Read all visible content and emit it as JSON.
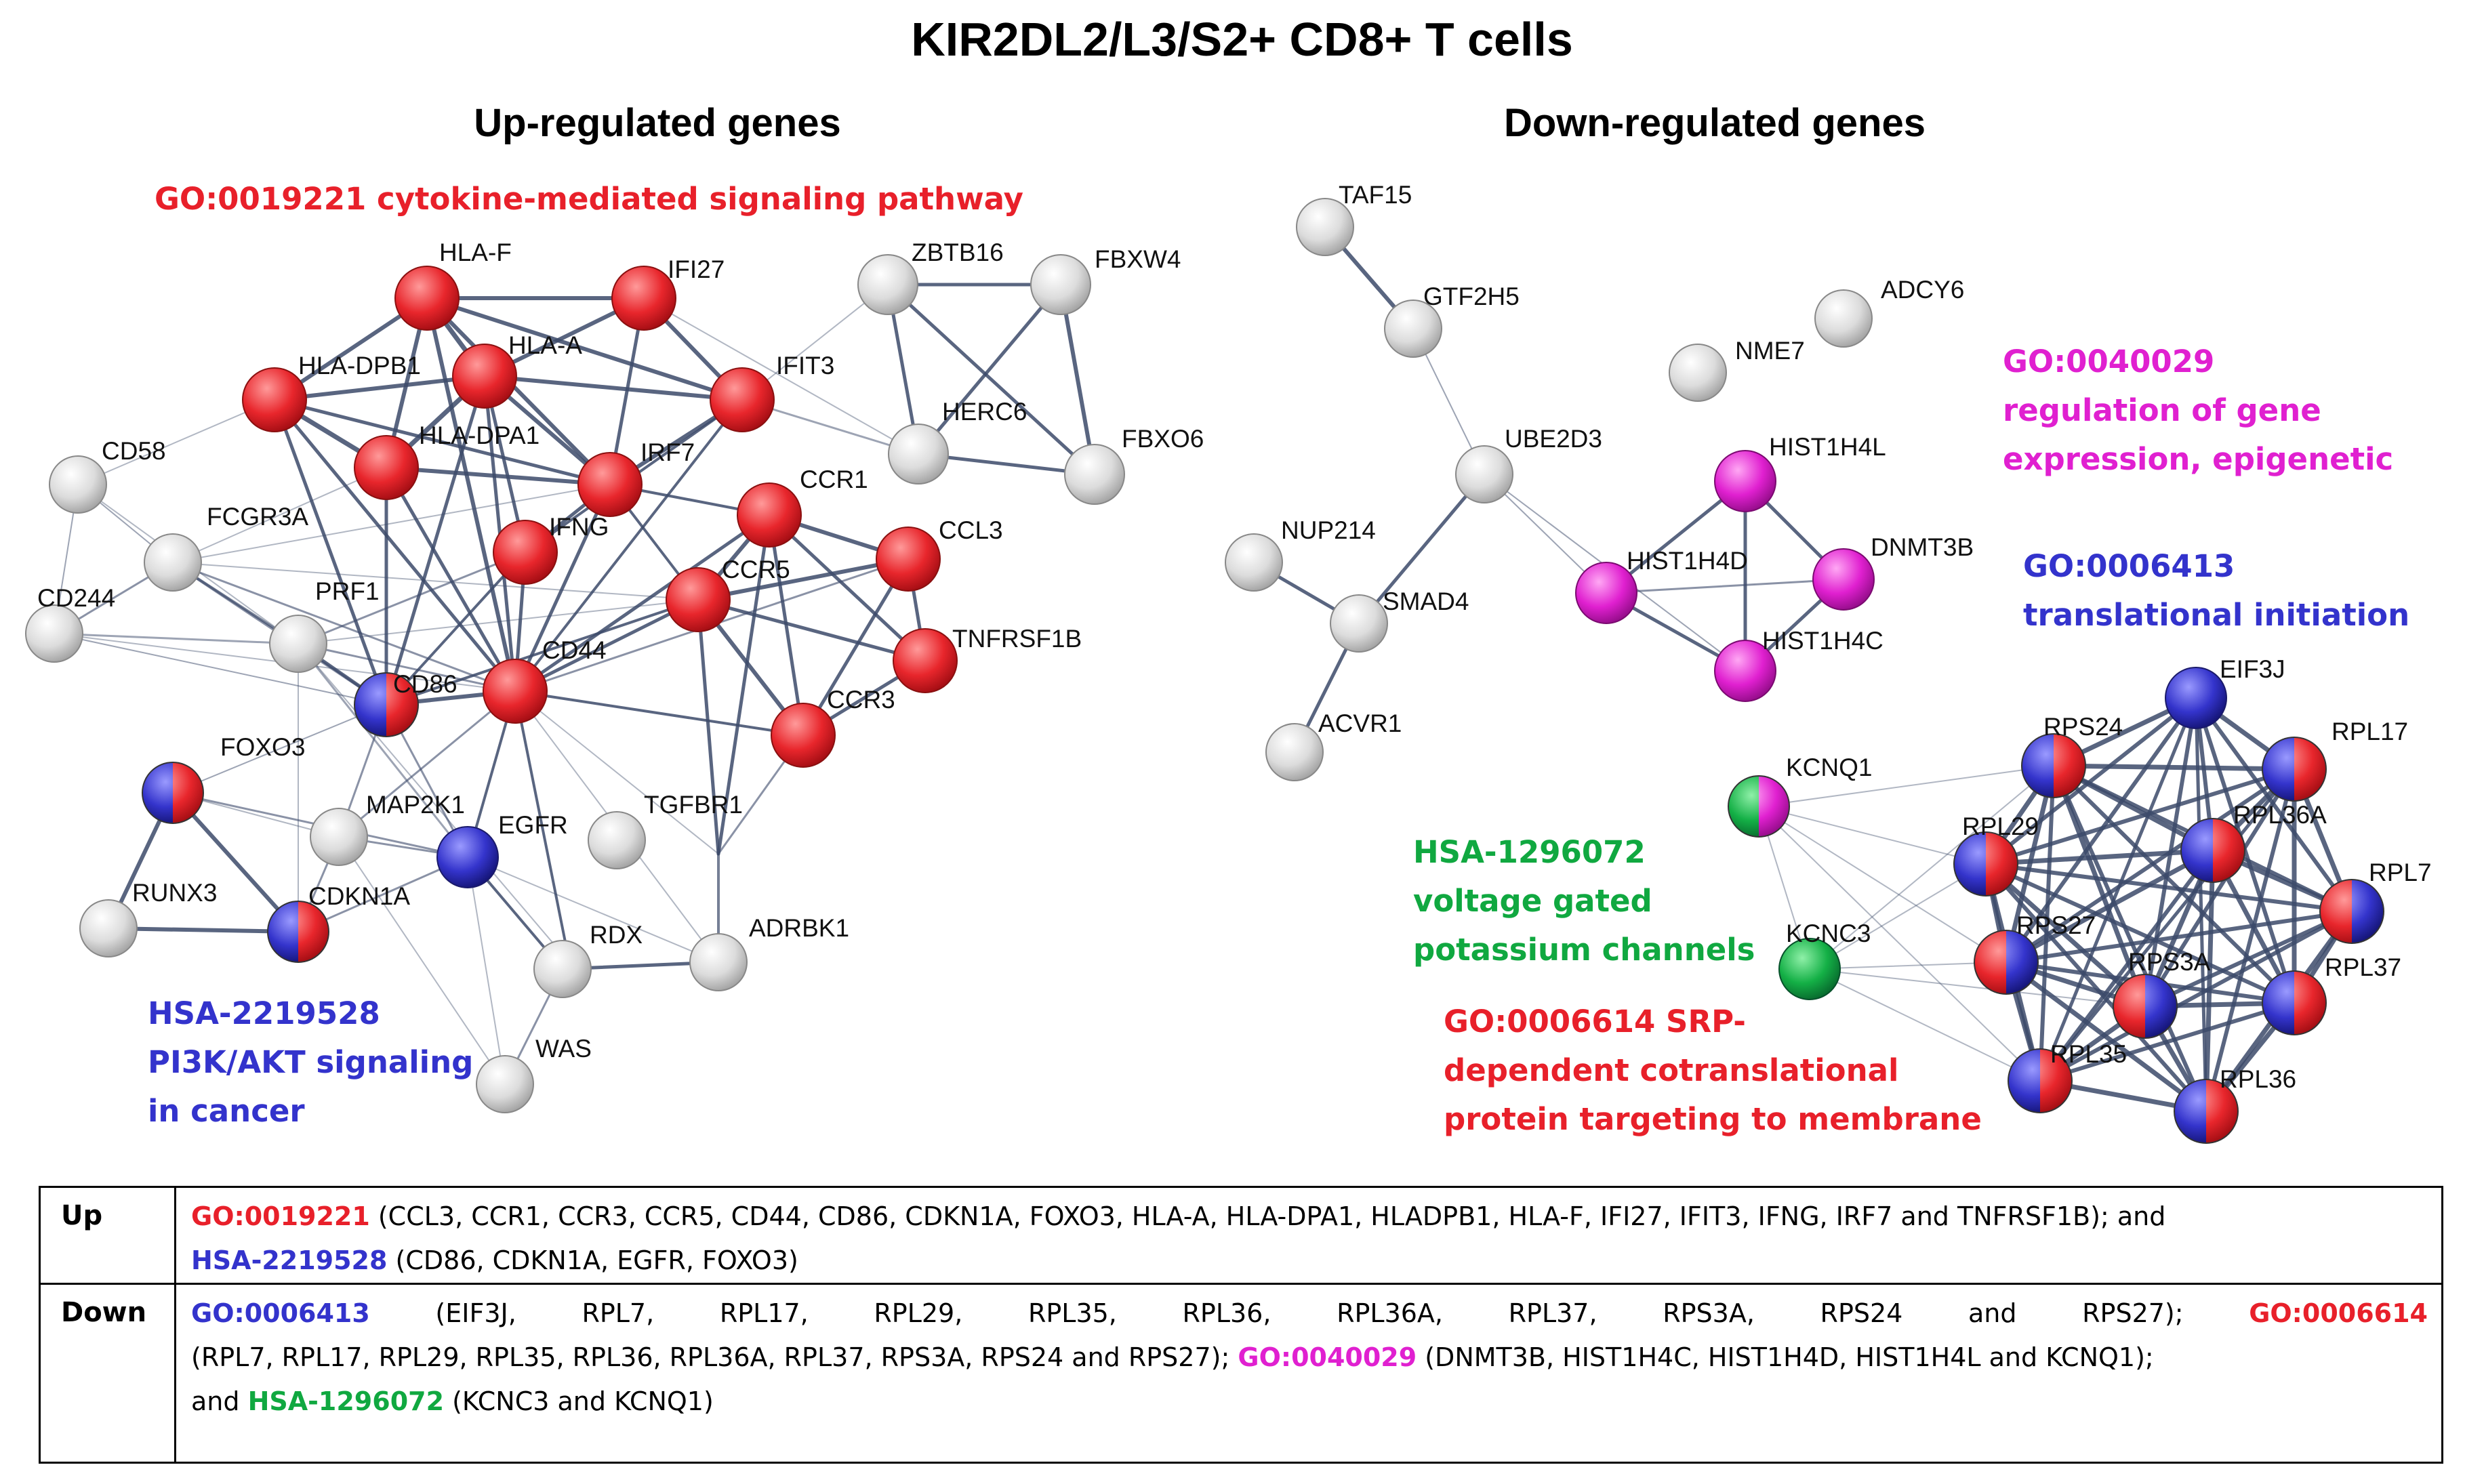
{
  "title": "KIR2DL2/L3/S2+ CD8+ T cells",
  "panels": {
    "up_title": "Up-regulated genes",
    "down_title": "Down-regulated genes"
  },
  "colors": {
    "red": "#e8202a",
    "blue": "#3333cc",
    "magenta": "#e020d0",
    "green": "#10a840",
    "grey": "#d8d8d8",
    "edge": "#3c4a6a"
  },
  "annotations": {
    "go19221": "GO:0019221  cytokine-mediated signaling pathway",
    "hsa2219528": [
      "HSA-2219528",
      "PI3K/AKT signaling",
      "in cancer"
    ],
    "go40029": [
      "GO:0040029",
      "regulation of gene",
      "expression, epigenetic"
    ],
    "go6413": [
      "GO:0006413",
      "translational initiation"
    ],
    "hsa1296072": [
      "HSA-1296072",
      "voltage gated",
      "potassium channels"
    ],
    "go6614": [
      "GO:0006614  SRP-",
      "dependent cotranslational",
      "protein targeting to membrane"
    ]
  },
  "nodes": {
    "hla_f": "HLA-F",
    "ifi27": "IFI27",
    "zbtb16": "ZBTB16",
    "fbxw4": "FBXW4",
    "hla_dpb1": "HLA-DPB1",
    "hla_a": "HLA-A",
    "ifit3": "IFIT3",
    "herc6": "HERC6",
    "fbxo6": "FBXO6",
    "cd58": "CD58",
    "hla_dpa1": "HLA-DPA1",
    "irf7": "IRF7",
    "ccr1": "CCR1",
    "fcgr3a": "FCGR3A",
    "ifng": "IFNG",
    "ccl3": "CCL3",
    "cd244": "CD244",
    "prf1": "PRF1",
    "ccr5": "CCR5",
    "tnfrsf1b": "TNFRSF1B",
    "cd86": "CD86",
    "cd44": "CD44",
    "ccr3": "CCR3",
    "foxo3": "FOXO3",
    "map2k1": "MAP2K1",
    "tgfbr1": "TGFBR1",
    "egfr": "EGFR",
    "runx3": "RUNX3",
    "cdkn1a": "CDKN1A",
    "rdx": "RDX",
    "adrbk1": "ADRBK1",
    "was": "WAS",
    "taf15": "TAF15",
    "gtf2h5": "GTF2H5",
    "adcy6": "ADCY6",
    "nme7": "NME7",
    "ube2d3": "UBE2D3",
    "hist1h4l": "HIST1H4L",
    "nup214": "NUP214",
    "hist1h4d": "HIST1H4D",
    "dnmt3b": "DNMT3B",
    "smad4": "SMAD4",
    "hist1h4c": "HIST1H4C",
    "acvr1": "ACVR1",
    "eif3j": "EIF3J",
    "kcnq1": "KCNQ1",
    "rps24": "RPS24",
    "rpl17": "RPL17",
    "rpl29": "RPL29",
    "rpl36a": "RPL36A",
    "rpl7": "RPL7",
    "kcnc3": "KCNC3",
    "rps27": "RPS27",
    "rps3a": "RPS3A",
    "rpl37": "RPL37",
    "rpl35": "RPL35",
    "rpl36": "RPL36"
  },
  "table": {
    "up_label": "Up",
    "down_label": "Down",
    "up_t1": "GO:0019221",
    "up_l1": " (CCL3, CCR1, CCR3, CCR5, CD44, CD86, CDKN1A, FOXO3, HLA-A, HLA-DPA1, HLADPB1, HLA-F, IFI27, IFIT3, IFNG, IRF7 and TNFRSF1B); and",
    "up_t2": "HSA-2219528",
    "up_l2": " (CD86, CDKN1A, EGFR, FOXO3)",
    "dn_t1": "GO:0006413",
    "dn_l1_words": [
      "(EIF3J,",
      "RPL7,",
      "RPL17,",
      "RPL29,",
      "RPL35,",
      "RPL36,",
      "RPL36A,",
      "RPL37,",
      "RPS3A,",
      "RPS24",
      "and",
      "RPS27);"
    ],
    "dn_t2": "GO:0006614",
    "dn_l2a": "(RPL7, RPL17, RPL29, RPL35, RPL36, RPL36A, RPL37, RPS3A, RPS24 and RPS27); ",
    "dn_t3": "GO:0040029",
    "dn_l2b": " (DNMT3B, HIST1H4C, HIST1H4D, HIST1H4L and KCNQ1);",
    "dn_l3a": "and ",
    "dn_t4": "HSA-1296072",
    "dn_l3b": " (KCNC3 and KCNQ1)"
  }
}
